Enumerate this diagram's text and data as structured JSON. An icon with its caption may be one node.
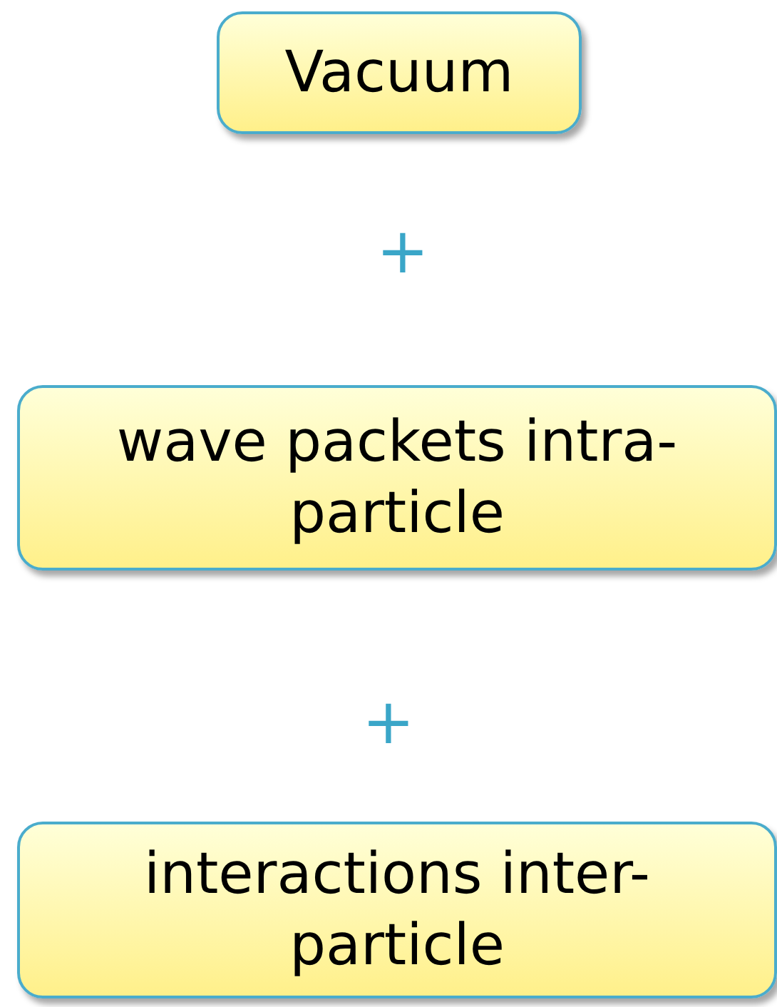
{
  "diagram": {
    "nodes": [
      {
        "text": [
          "Vacuum"
        ]
      },
      {
        "text": [
          "wave packets intra-particle"
        ]
      },
      {
        "text": [
          "interactions inter-particle"
        ]
      }
    ],
    "labels": [
      "+",
      "+"
    ]
  }
}
